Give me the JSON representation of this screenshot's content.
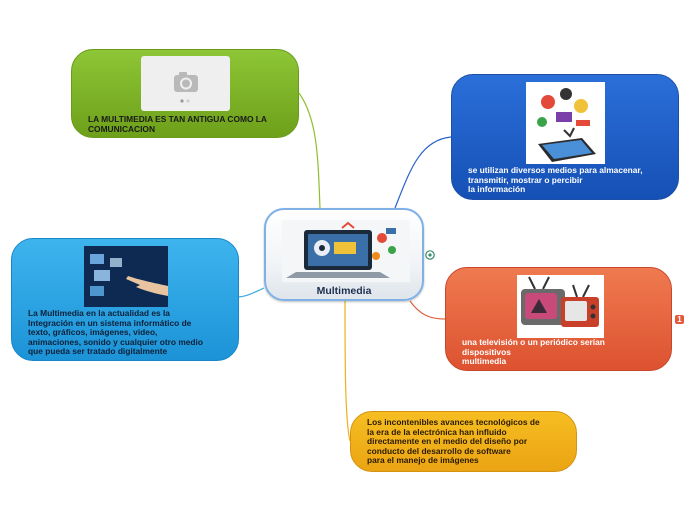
{
  "central": {
    "title": "Multimedia",
    "image_icon": "laptop-multimedia-icon"
  },
  "topics": {
    "green": {
      "text": "LA MULTIMEDIA ES TAN ANTIGUA COMO LA\nCOMUNICACION",
      "image_icon": "camera-placeholder-icon",
      "color": "#7cb52a"
    },
    "blue_left": {
      "text": "La Multimedia en la actualidad es la\nIntegración en un sistema informático de\ntexto, gráficos, imágenes, video,\nanimaciones, sonido y cualquier otro medio\nque pueda ser tratado digitalmente",
      "image_icon": "hand-touching-screens-icon",
      "color": "#29a5e6"
    },
    "blue_right": {
      "text": "se utilizan diversos medios para almacenar,\ntransmitir, mostrar o percibir\nla información",
      "image_icon": "tablet-media-icon",
      "color": "#1e5fc7"
    },
    "red": {
      "text": "una televisión o un periódico serían\ndispositivos\nmultimedia",
      "image_icon": "retro-tv-icon",
      "color": "#e5643c",
      "collapse_label": "1"
    },
    "orange": {
      "text": "Los incontenibles avances tecnológicos de\nla era de la electrónica han influido\ndirectamente en el medio del diseño por\nconducto del desarrollo de software\npara el manejo de imágenes",
      "color": "#f0b11a"
    }
  },
  "connector_colors": {
    "green": "#8fbf2f",
    "blue_left": "#3aa9e2",
    "blue_right": "#2a63c9",
    "red": "#e0603d",
    "orange": "#efb01c"
  }
}
